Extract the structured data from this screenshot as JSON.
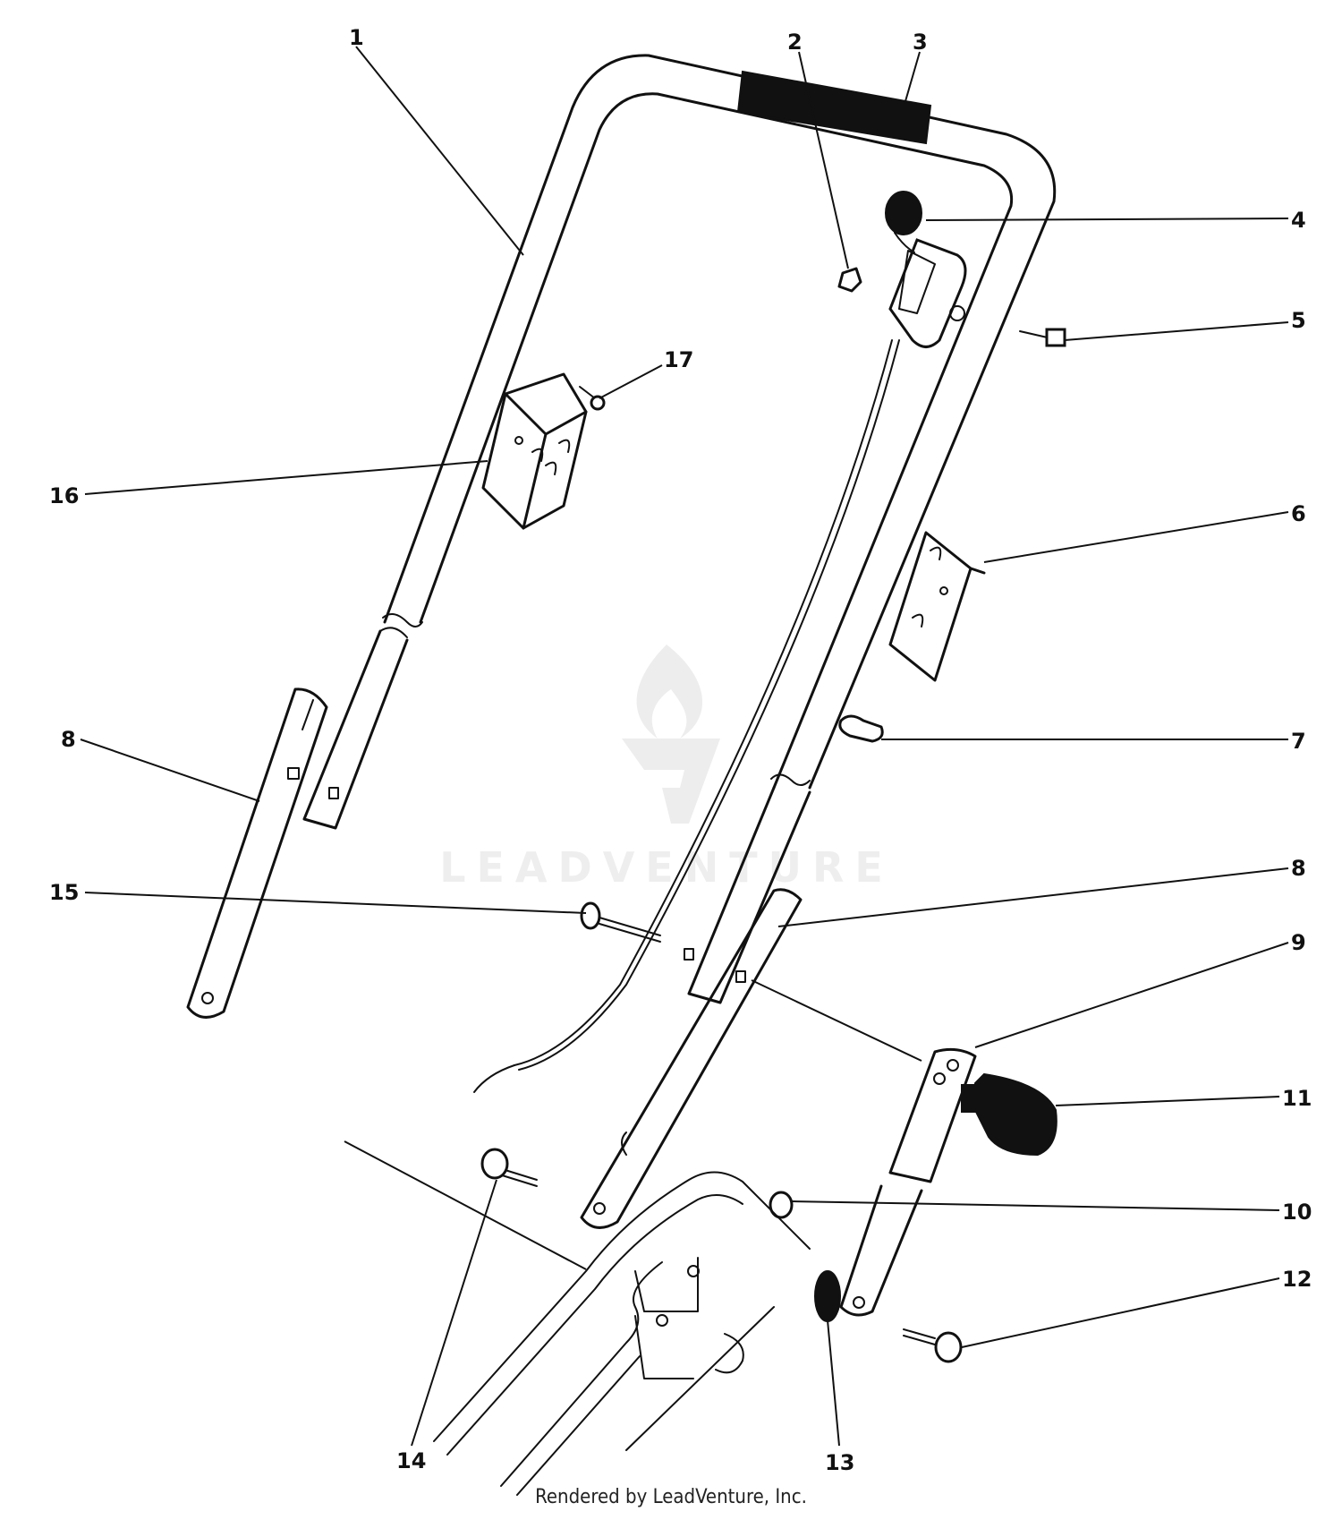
{
  "callouts": {
    "c1": "1",
    "c2": "2",
    "c3": "3",
    "c4": "4",
    "c5": "5",
    "c6": "6",
    "c7": "7",
    "c8a": "8",
    "c8b": "8",
    "c9": "9",
    "c10": "10",
    "c11": "11",
    "c12": "12",
    "c13": "13",
    "c14": "14",
    "c15": "15",
    "c16": "16",
    "c17": "17"
  },
  "watermark": {
    "text": "LEADVENTURE",
    "icon": "leadventure-flame-logo"
  },
  "footer": {
    "credit": "Rendered by LeadVenture, Inc."
  }
}
